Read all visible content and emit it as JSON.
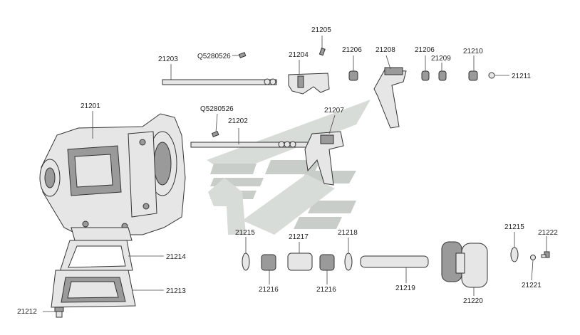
{
  "title": "",
  "colors": {
    "line": "#333333",
    "part_fill": "#e6e6e6",
    "shadow": "#9a9a9a",
    "watermark": "#c9cdc9"
  },
  "watermark": {
    "icon": "stylized-arrow-logo"
  },
  "parts": [
    {
      "id": "21201",
      "name": "transmission-housing"
    },
    {
      "id": "21202",
      "name": "shift-rod-lower"
    },
    {
      "id": "21203",
      "name": "shift-rod-upper"
    },
    {
      "id": "21204",
      "name": "shift-block"
    },
    {
      "id": "21205",
      "name": "pin"
    },
    {
      "id": "21206",
      "name": "bushing"
    },
    {
      "id": "21207",
      "name": "shift-fork-lower"
    },
    {
      "id": "21208",
      "name": "shift-fork-upper"
    },
    {
      "id": "21209",
      "name": "bushing-small"
    },
    {
      "id": "21210",
      "name": "cap"
    },
    {
      "id": "21211",
      "name": "snap-ring"
    },
    {
      "id": "21212",
      "name": "drain-plug"
    },
    {
      "id": "21213",
      "name": "bottom-cover"
    },
    {
      "id": "21214",
      "name": "gasket"
    },
    {
      "id": "21215",
      "name": "washer"
    },
    {
      "id": "21216",
      "name": "needle-bearing"
    },
    {
      "id": "21217",
      "name": "spacer"
    },
    {
      "id": "21218",
      "name": "washer-thin"
    },
    {
      "id": "21219",
      "name": "shaft"
    },
    {
      "id": "21220",
      "name": "double-gear"
    },
    {
      "id": "21221",
      "name": "washer-small"
    },
    {
      "id": "21222",
      "name": "bolt"
    },
    {
      "id": "Q5280526",
      "name": "pin-q"
    }
  ],
  "labels": {
    "l21201": "21201",
    "l21202": "21202",
    "l21203": "21203",
    "l21204": "21204",
    "l21205": "21205",
    "l21206a": "21206",
    "l21206b": "21206",
    "l21207": "21207",
    "l21208": "21208",
    "l21209": "21209",
    "l21210": "21210",
    "l21211": "21211",
    "l21212": "21212",
    "l21213": "21213",
    "l21214": "21214",
    "l21215a": "21215",
    "l21215b": "21215",
    "l21216a": "21216",
    "l21216b": "21216",
    "l21217": "21217",
    "l21218": "21218",
    "l21219": "21219",
    "l21220": "21220",
    "l21221": "21221",
    "l21222": "21222",
    "q1": "Q5280526",
    "q2": "Q5280526"
  }
}
